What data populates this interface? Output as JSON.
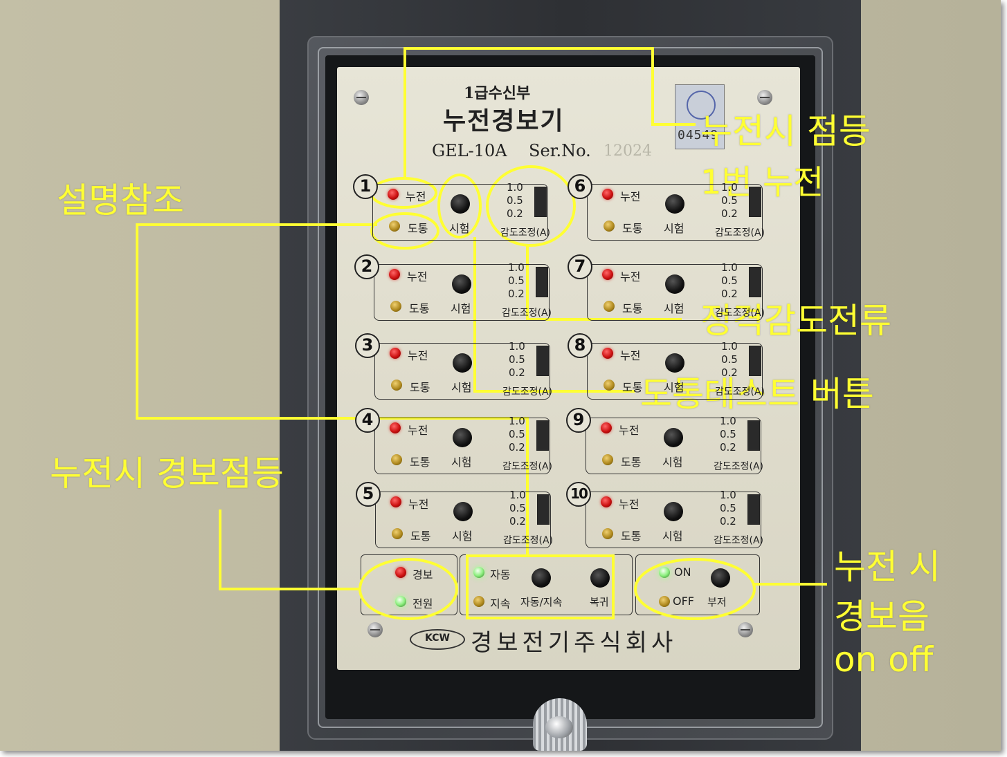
{
  "panel": {
    "subtitle": "1급수신부",
    "title": "누전경보기",
    "model": "GEL-10A",
    "serial_label": "Ser.No.",
    "serial_no": "12024",
    "sticker_number": "04549",
    "brand_logo": "KCW",
    "brand_name": "경보전기주식회사"
  },
  "channel_labels": {
    "leak": "누전",
    "continuity": "도통",
    "test": "시험",
    "sensitivity": "감도조정(A)",
    "scale_high": "1.0",
    "scale_mid": "0.5",
    "scale_low": "0.2"
  },
  "channels": [
    {
      "num": "1"
    },
    {
      "num": "2"
    },
    {
      "num": "3"
    },
    {
      "num": "4"
    },
    {
      "num": "5"
    },
    {
      "num": "6"
    },
    {
      "num": "7"
    },
    {
      "num": "8"
    },
    {
      "num": "9"
    },
    {
      "num": "10"
    }
  ],
  "bottom": {
    "alarm": "경보",
    "power": "전원",
    "auto": "자동",
    "hold": "지속",
    "auto_hold_button": "자동/지속",
    "reset_button": "복귀",
    "on": "ON",
    "off": "OFF",
    "buzzer": "부저"
  },
  "annotations": {
    "leak_lamp_line1": "누전시 점등",
    "leak_lamp_line2": "1번 누전",
    "see_description": "설명참조",
    "rated_sensitivity": "정격감도전류",
    "continuity_test_button": "도통테스트 버튼",
    "leak_alarm_lamp": "누전시 경보점등",
    "alarm_sound_line1": "누전 시",
    "alarm_sound_line2": "경보음",
    "alarm_sound_line3": "on off"
  },
  "colors": {
    "annotation": "#ffff33",
    "led_red": "#cc1111",
    "led_amber": "#b08a20",
    "led_green": "#8ef080"
  }
}
